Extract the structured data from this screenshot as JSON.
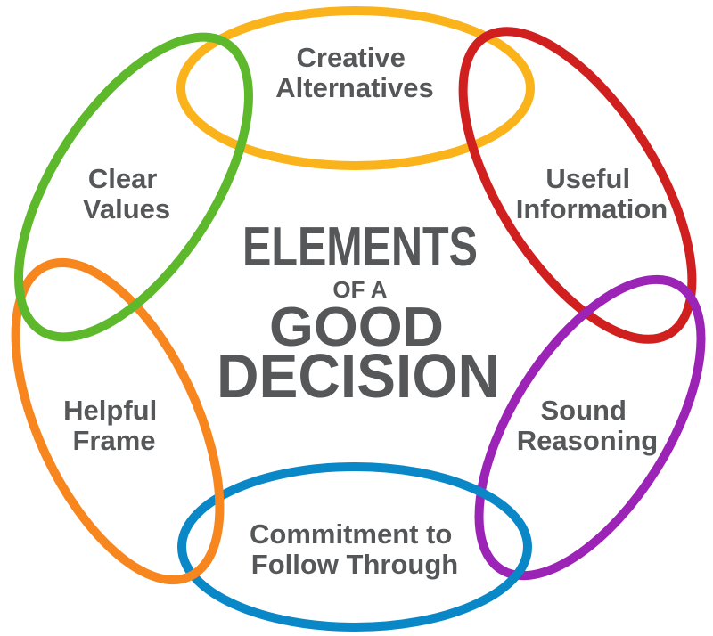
{
  "diagram": {
    "elements": [
      {
        "id": "creative-alternatives",
        "lines": [
          "Creative",
          "Alternatives"
        ],
        "color": "#FBB31B"
      },
      {
        "id": "useful-information",
        "lines": [
          "Useful",
          "Information"
        ],
        "color": "#D01F1F"
      },
      {
        "id": "sound-reasoning",
        "lines": [
          "Sound",
          "Reasoning"
        ],
        "color": "#9B23B5"
      },
      {
        "id": "commitment",
        "lines": [
          "Commitment to",
          "Follow Through"
        ],
        "color": "#0A87C7"
      },
      {
        "id": "helpful-frame",
        "lines": [
          "Helpful",
          "Frame"
        ],
        "color": "#F7861E"
      },
      {
        "id": "clear-values",
        "lines": [
          "Clear",
          "Values"
        ],
        "color": "#5DB82C"
      }
    ],
    "center": {
      "line1": "ELEMENTS",
      "line2": "OF A",
      "line3": "GOOD",
      "line4": "DECISION"
    },
    "text_color": "#555759"
  }
}
